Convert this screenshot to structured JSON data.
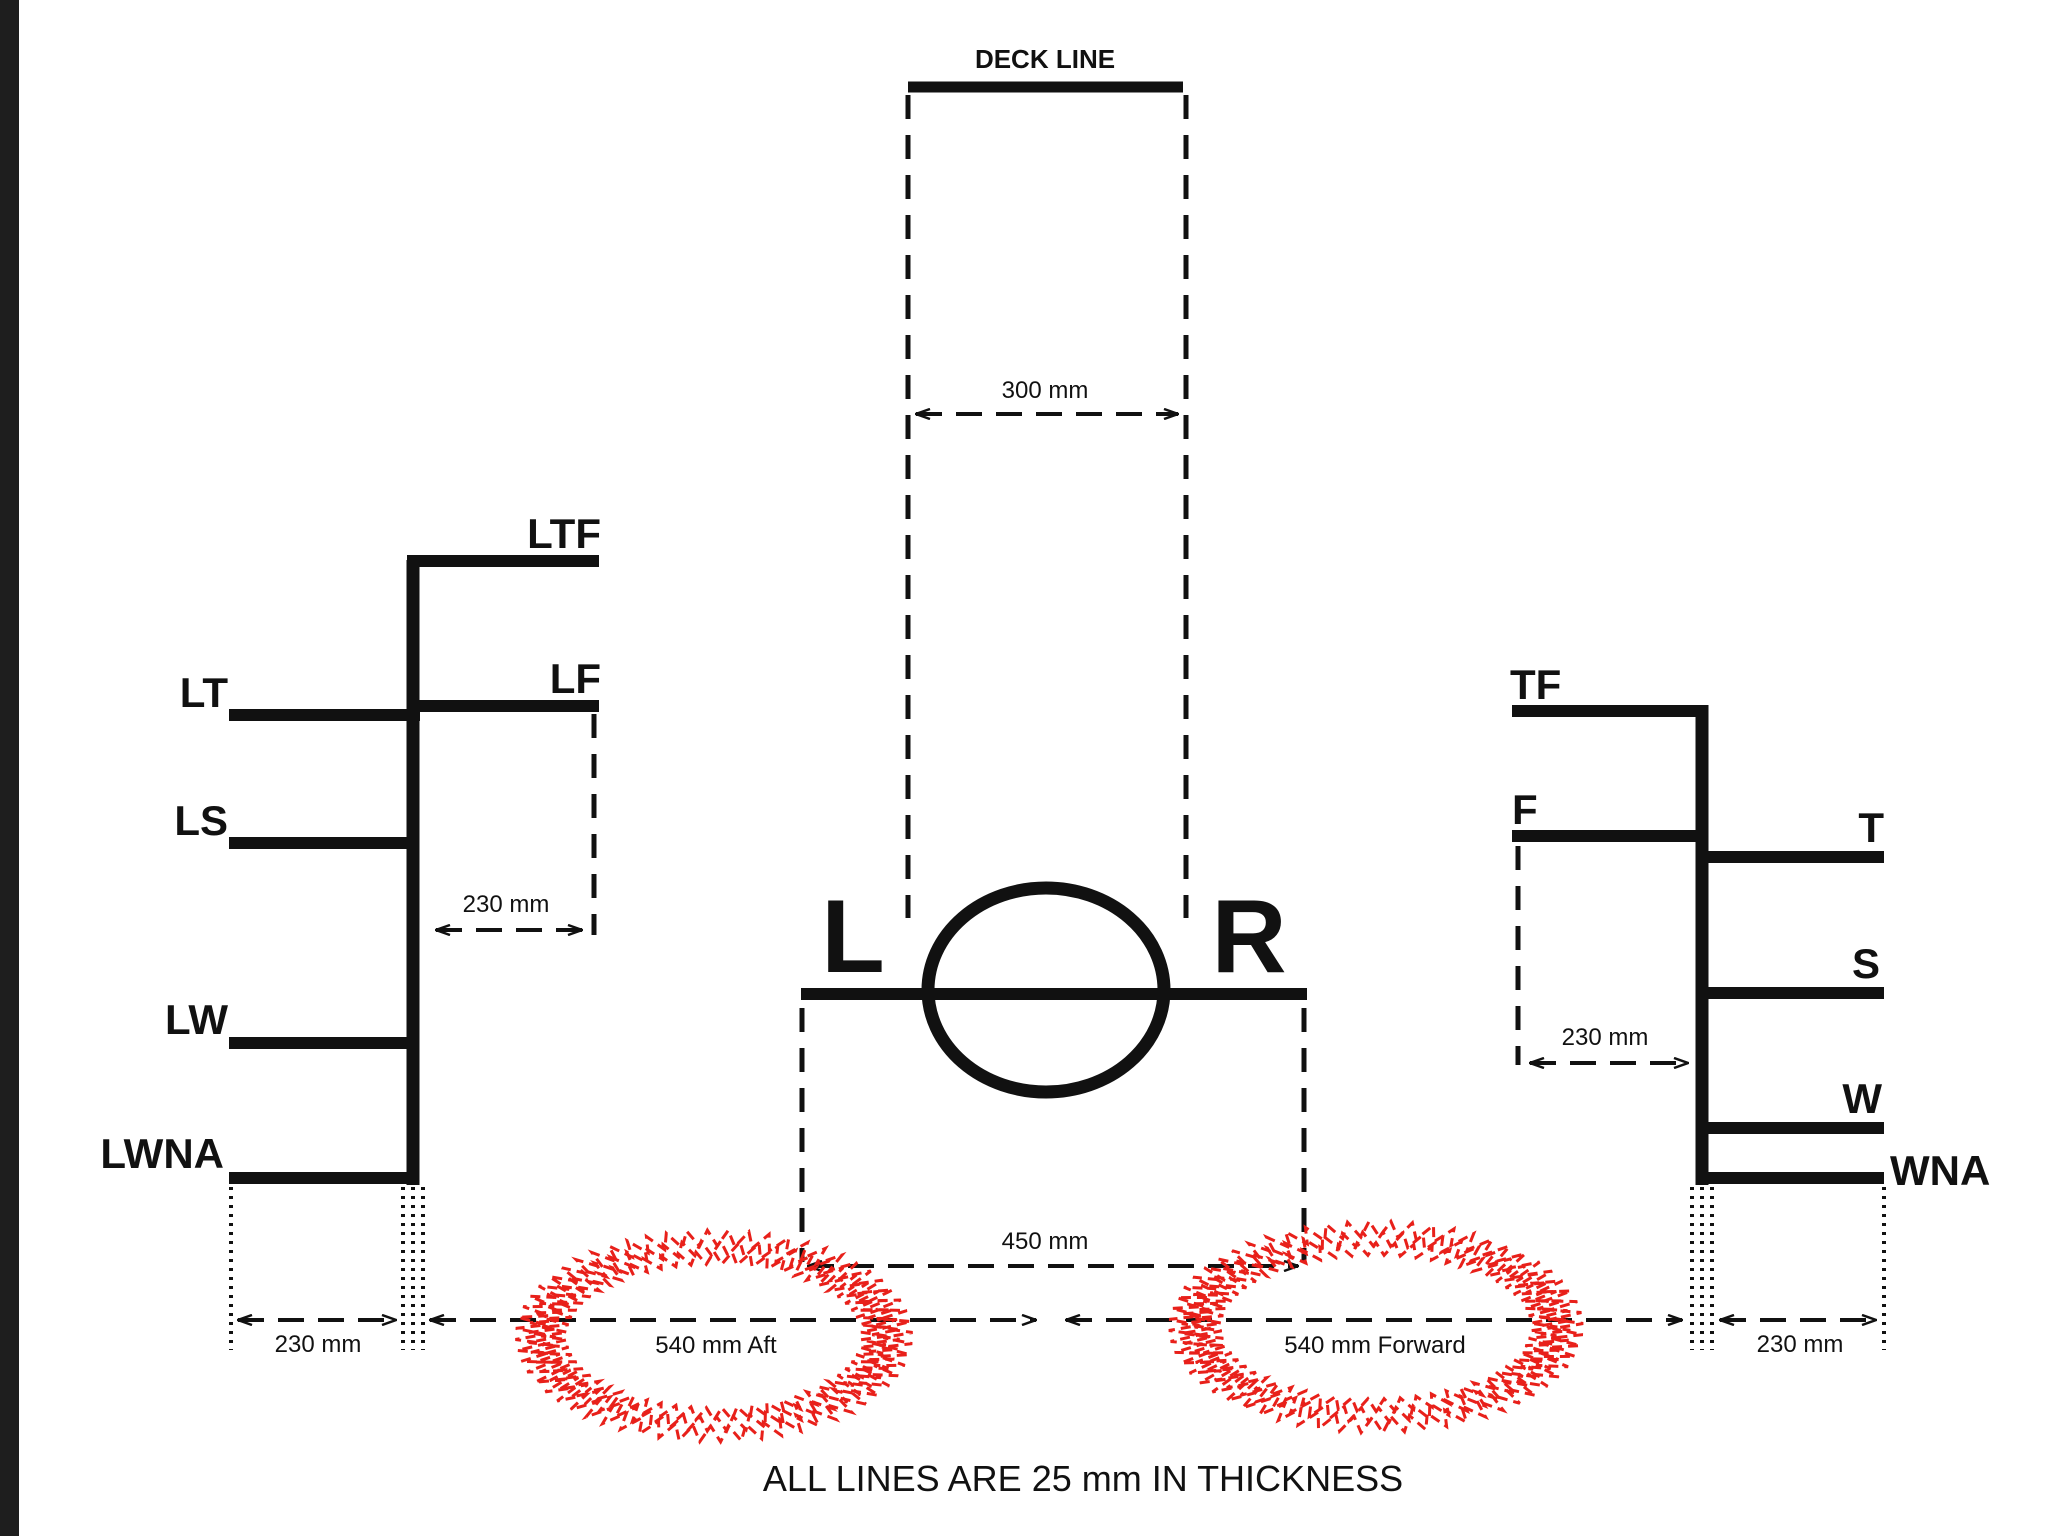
{
  "deck_line": {
    "label": "DECK LINE",
    "width": "300 mm"
  },
  "disc": {
    "left_letter": "L",
    "right_letter": "R",
    "base_width": "450 mm"
  },
  "left_marks": {
    "tf": "LTF",
    "f": "LF",
    "t": "LT",
    "s": "LS",
    "w": "LW",
    "wna": "LWNA",
    "inner_gap": "230 mm",
    "bottom_gap": "230 mm"
  },
  "right_marks": {
    "tf": "TF",
    "f": "F",
    "t": "T",
    "s": "S",
    "w": "W",
    "wna": "WNA",
    "inner_gap": "230 mm",
    "bottom_gap": "230 mm"
  },
  "distances": {
    "aft": "540 mm Aft",
    "forward": "540 mm Forward"
  },
  "note": "ALL LINES ARE 25 mm IN THICKNESS",
  "colors": {
    "ink": "#111111",
    "highlight": "#e8201a",
    "edge": "#1e1e1e"
  }
}
